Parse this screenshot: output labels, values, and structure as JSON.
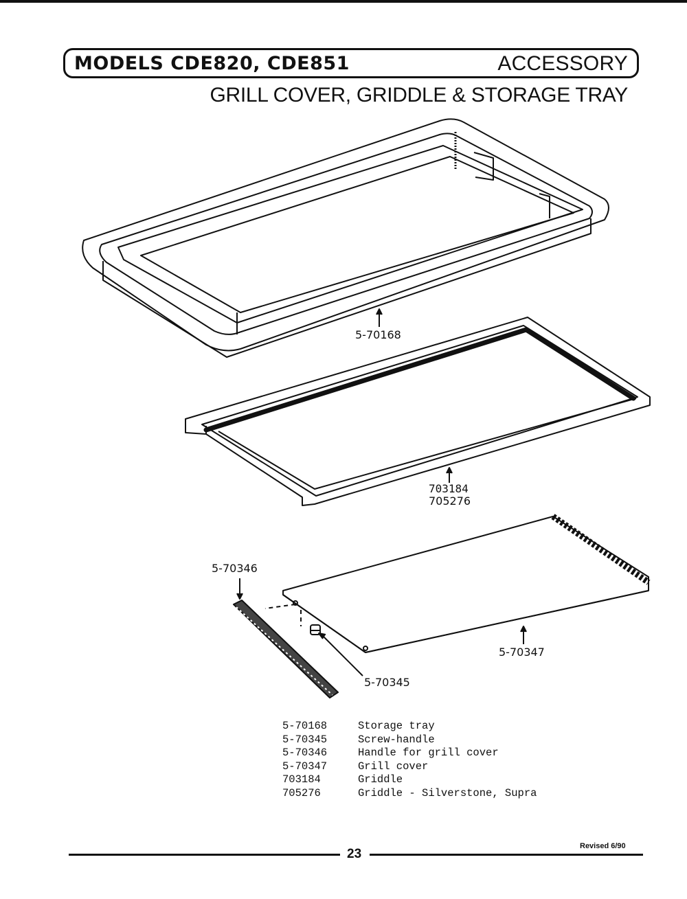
{
  "header": {
    "models": "MODELS CDE820, CDE851",
    "section": "ACCESSORY",
    "subtitle": "GRILL COVER, GRIDDLE & STORAGE TRAY"
  },
  "callouts": {
    "tray": "5-70168",
    "griddle_1": "703184",
    "griddle_2": "705276",
    "handle": "5-70346",
    "screw": "5-70345",
    "cover": "5-70347"
  },
  "parts_list": [
    {
      "number": "5-70168",
      "description": "Storage tray"
    },
    {
      "number": "5-70345",
      "description": "Screw-handle"
    },
    {
      "number": "5-70346",
      "description": "Handle for grill cover"
    },
    {
      "number": "5-70347",
      "description": "Grill cover"
    },
    {
      "number": "703184",
      "description": "Griddle"
    },
    {
      "number": "705276",
      "description": "Griddle - Silverstone, Supra"
    }
  ],
  "footer": {
    "page": "23",
    "revised": "Revised 6/90"
  }
}
